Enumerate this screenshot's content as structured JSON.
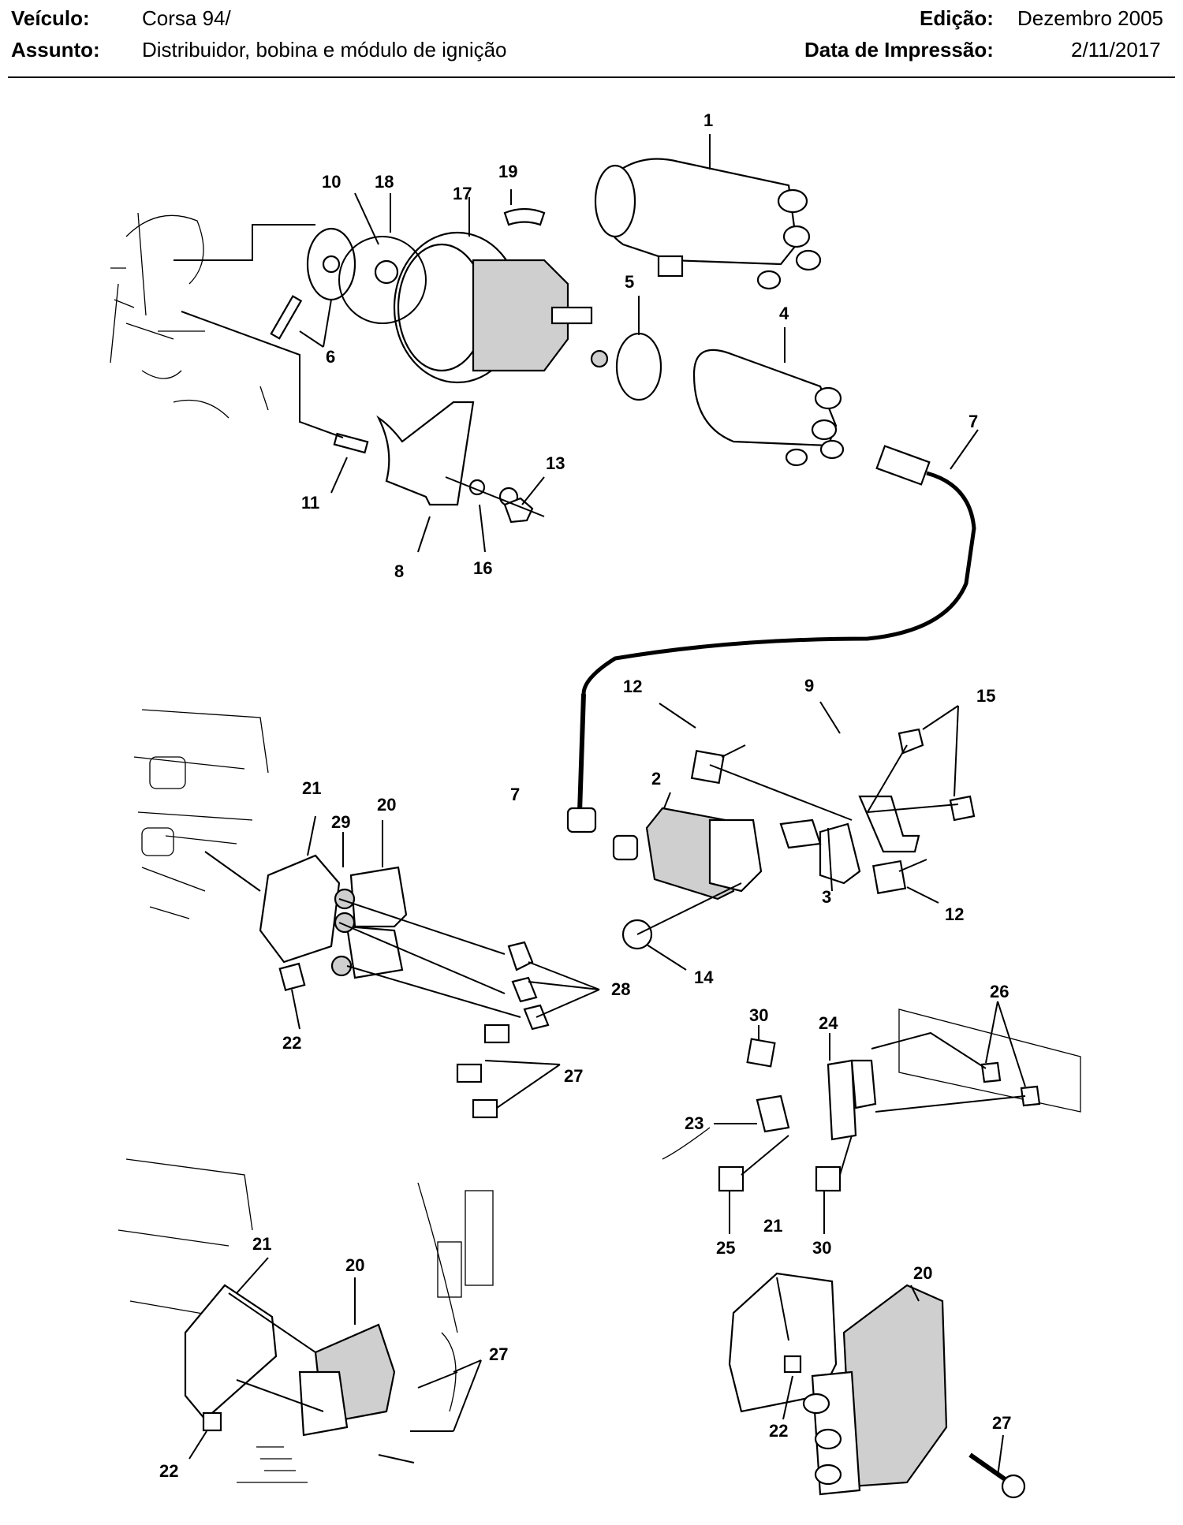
{
  "header": {
    "vehicle_label": "Veículo:",
    "vehicle_value": "Corsa 94/",
    "subject_label": "Assunto:",
    "subject_value": "Distribuidor, bobina e módulo de ignição",
    "edition_label": "Edição:",
    "edition_value": "Dezembro 2005",
    "print_date_label": "Data de Impressão:",
    "print_date_value": "2/11/2017"
  },
  "callouts": {
    "c1": "1",
    "c2": "2",
    "c3": "3",
    "c4": "4",
    "c5": "5",
    "c6": "6",
    "c7a": "7",
    "c7b": "7",
    "c8": "8",
    "c9": "9",
    "c10": "10",
    "c11": "11",
    "c12a": "12",
    "c12b": "12",
    "c13": "13",
    "c14": "14",
    "c15": "15",
    "c16": "16",
    "c17": "17",
    "c18": "18",
    "c19": "19",
    "c20a": "20",
    "c20b": "20",
    "c20c": "20",
    "c21a": "21",
    "c21b": "21",
    "c21c": "21",
    "c22a": "22",
    "c22b": "22",
    "c22c": "22",
    "c23": "23",
    "c24": "24",
    "c25": "25",
    "c26": "26",
    "c27a": "27",
    "c27b": "27",
    "c27c": "27",
    "c28": "28",
    "c29": "29",
    "c30a": "30",
    "c30b": "30"
  }
}
